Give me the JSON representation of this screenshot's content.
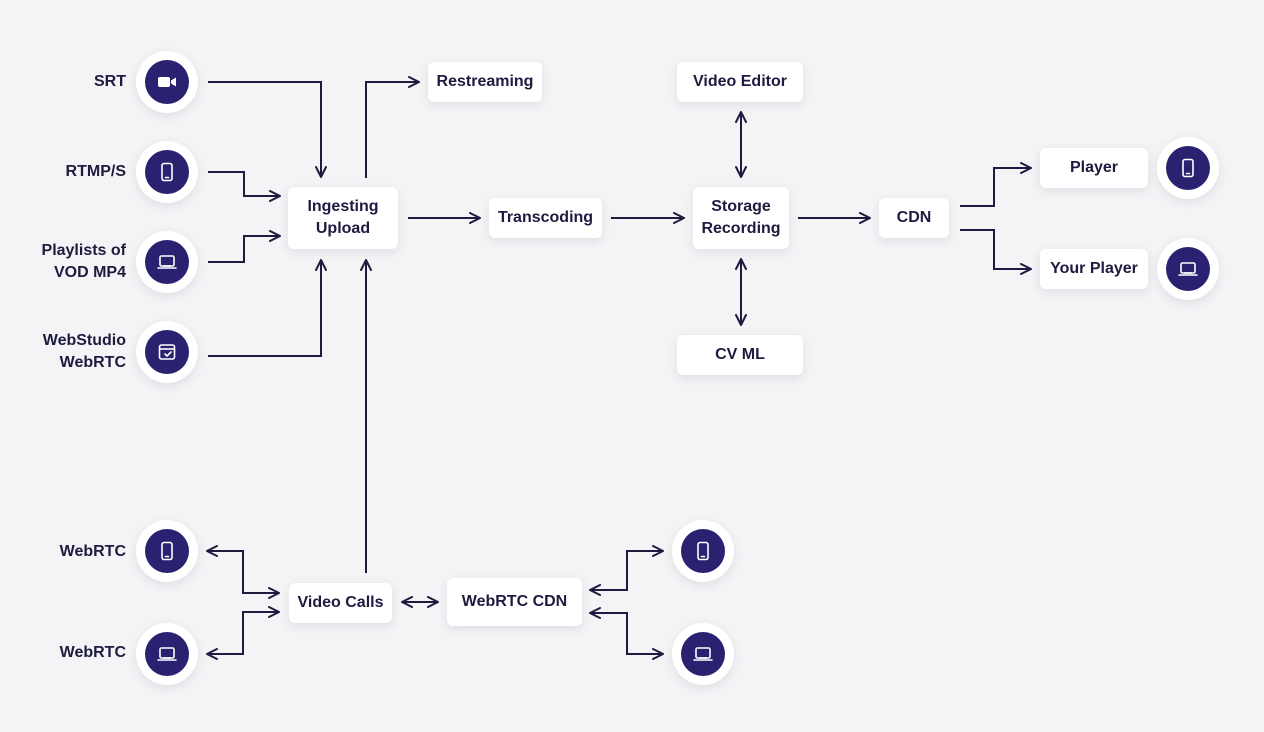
{
  "sources": {
    "srt": "SRT",
    "rtmp": "RTMP/S",
    "playlists": "Playlists of\nVOD MP4",
    "webstudio": "WebStudio\nWebRTC",
    "webrtc_top": "WebRTC",
    "webrtc_bottom": "WebRTC"
  },
  "nodes": {
    "ingesting": "Ingesting\nUpload",
    "restreaming": "Restreaming",
    "transcoding": "Transcoding",
    "storage": "Storage\nRecording",
    "video_editor": "Video Editor",
    "cv_ml": "CV ML",
    "cdn": "CDN",
    "player": "Player",
    "your_player": "Your Player",
    "video_calls": "Video Calls",
    "webrtc_cdn": "WebRTC CDN"
  },
  "colors": {
    "accent": "#2a2270",
    "line": "#1d1b3f",
    "background": "#f4f4f6"
  },
  "icons": {
    "srt": "video-camera-icon",
    "rtmp": "smartphone-icon",
    "playlists": "laptop-icon",
    "webstudio": "browser-check-icon",
    "webrtc_top": "smartphone-icon",
    "webrtc_bottom": "laptop-icon",
    "player": "smartphone-icon",
    "your_player": "laptop-icon",
    "cdn_out_top": "smartphone-icon",
    "cdn_out_bottom": "laptop-icon"
  }
}
